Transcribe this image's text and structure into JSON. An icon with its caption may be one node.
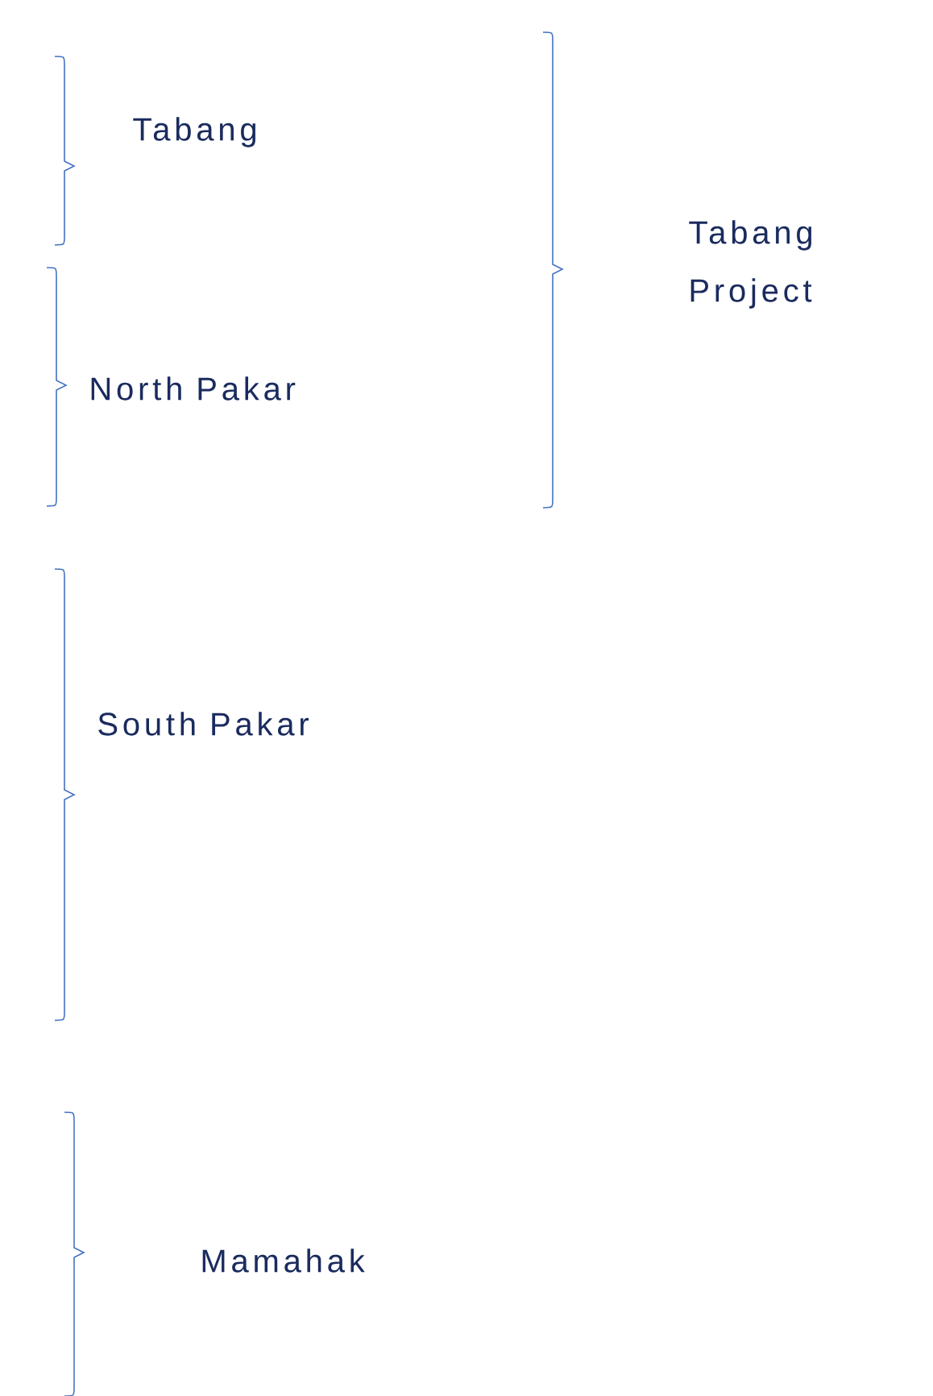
{
  "diagram": {
    "labels": [
      "Tabang",
      "North Pakar",
      "Tabang Project",
      "South Pakar",
      "Mamahak"
    ]
  }
}
